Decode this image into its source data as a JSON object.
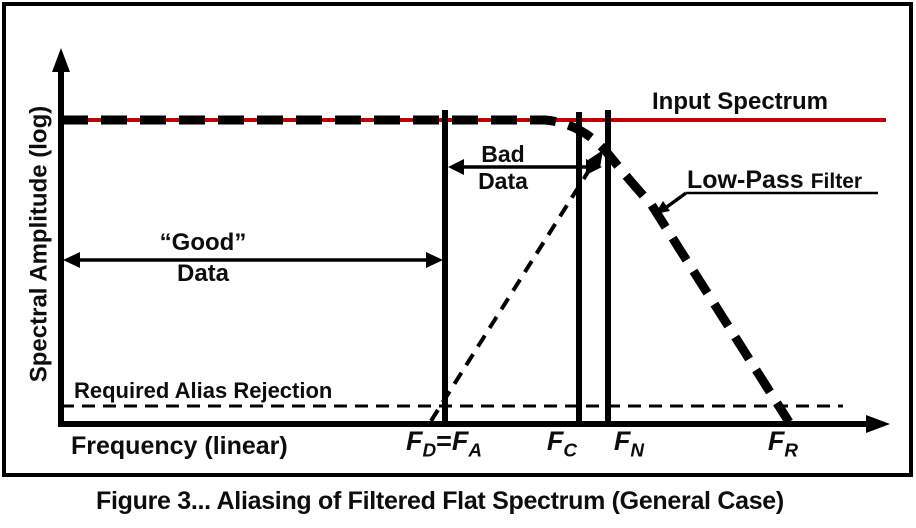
{
  "figure": {
    "caption": "Figure 3... Aliasing of Filtered Flat Spectrum (General Case)"
  },
  "axes": {
    "y_label": "Spectral Amplitude (log)",
    "x_label": "Frequency (linear)"
  },
  "annotations": {
    "input_spectrum": "Input Spectrum",
    "low_pass": "Low-Pass",
    "filter": "Filter",
    "good_line1": "“Good”",
    "good_line2": "Data",
    "bad_line1": "Bad",
    "bad_line2": "Data",
    "required_alias_rejection": "Required Alias Rejection"
  },
  "x_ticks": {
    "fd": {
      "f": "F",
      "sub": "D"
    },
    "eq": "=",
    "fa": {
      "f": "F",
      "sub": "A"
    },
    "fc": {
      "f": "F",
      "sub": "C"
    },
    "fn": {
      "f": "F",
      "sub": "N"
    },
    "fr": {
      "f": "F",
      "sub": "R"
    }
  },
  "colors": {
    "input_spectrum": "#c00000",
    "ink": "#000000",
    "background": "#ffffff"
  }
}
